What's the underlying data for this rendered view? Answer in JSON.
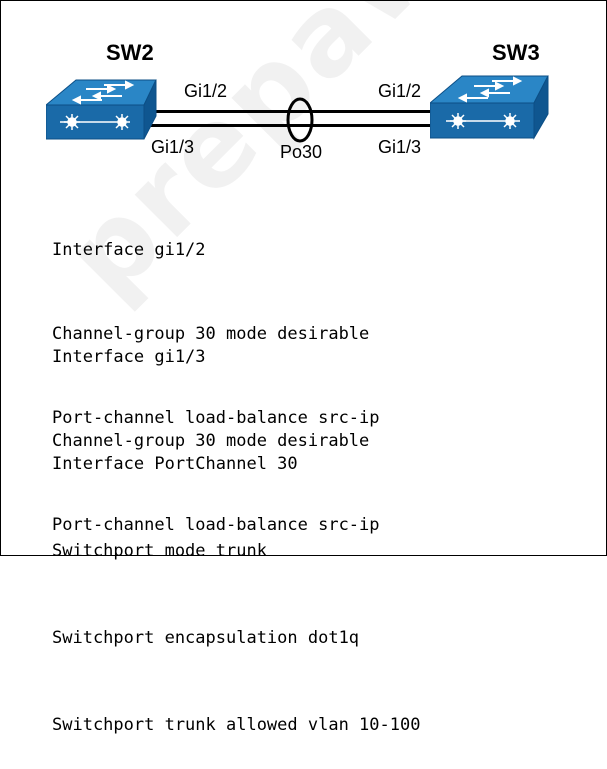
{
  "watermark": "prepaway",
  "sw2": {
    "label": "SW2"
  },
  "sw3": {
    "label": "SW3"
  },
  "ports": {
    "sw2_top": "Gi1/2",
    "sw2_bottom": "Gi1/3",
    "sw3_top": "Gi1/2",
    "sw3_bottom": "Gi1/3",
    "portchannel": "Po30"
  },
  "config_blocks": [
    [
      "Interface gi1/2",
      "Channel-group 30 mode desirable",
      "Port-channel load-balance src-ip"
    ],
    [
      "Interface gi1/3",
      "Channel-group 30 mode desirable",
      "Port-channel load-balance src-ip"
    ],
    [
      "Interface PortChannel 30",
      "Switchport mode trunk",
      "Switchport encapsulation dot1q",
      "Switchport trunk allowed vlan 10-100"
    ]
  ],
  "colors": {
    "switch_top": "#2a86c6",
    "switch_front": "#1a6aa8",
    "switch_edge": "#0c4f86"
  }
}
